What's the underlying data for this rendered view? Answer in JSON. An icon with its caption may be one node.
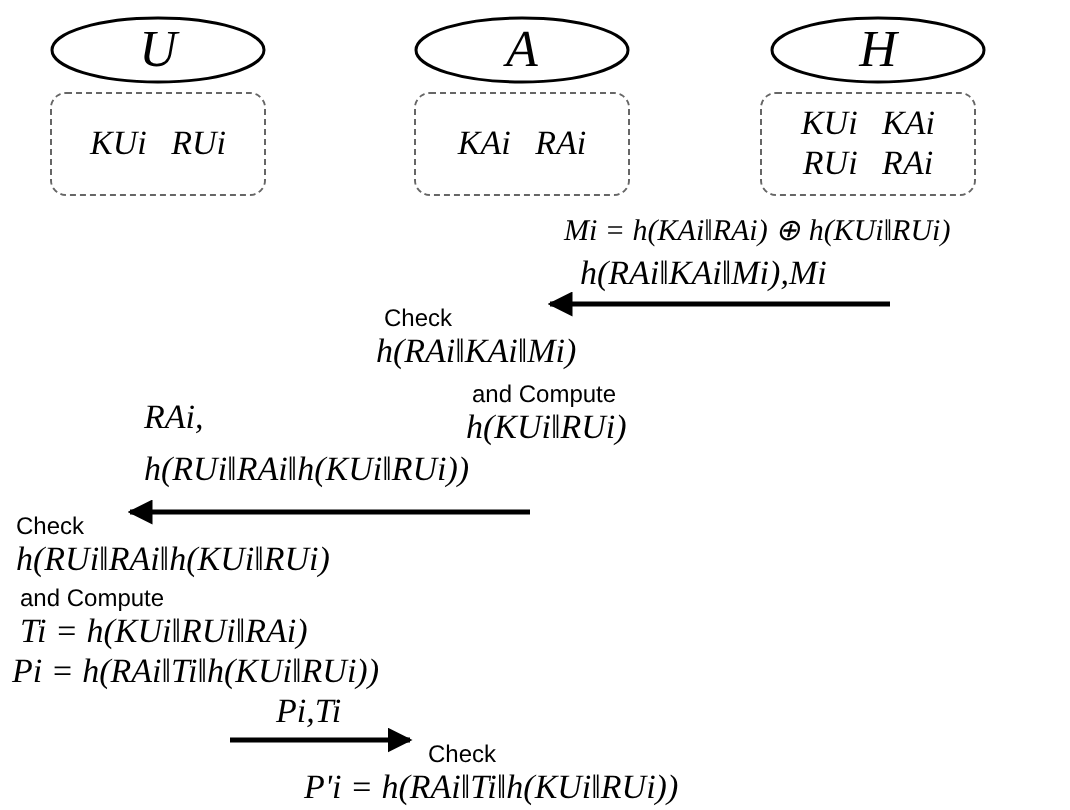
{
  "diagram": {
    "nodes": [
      {
        "text": [
          "U"
        ]
      },
      {
        "text": [
          "A"
        ]
      },
      {
        "text": [
          "H"
        ]
      },
      {
        "text": [
          "KUi RUi"
        ]
      },
      {
        "text": [
          "KAi RAi"
        ]
      },
      {
        "text": [
          "KUi KAi RUi RAi"
        ]
      },
      {
        "text": [
          "Check",
          "h(RAi‖KAi‖Mi)"
        ]
      },
      {
        "text": [
          "Check",
          "h(RUi‖RAi‖h(KUi‖RUi)"
        ]
      },
      {
        "text": [
          "Check",
          "P'i = h(RAi‖Ti‖h(KUi‖RUi))"
        ]
      }
    ],
    "edges": [
      {
        "from": null,
        "to": 6,
        "arrow": "to",
        "label": "h(RAi‖KAi‖Mi),Mi"
      },
      {
        "from": null,
        "to": 7,
        "arrow": "to",
        "label": "RAi, h(RUi‖RAi‖h(KUi‖RUi))"
      },
      {
        "from": null,
        "to": 8,
        "arrow": "to",
        "label": "Pi,Ti"
      }
    ],
    "labels": [
      "Mi = h(KAi‖RAi) ⊕ h(KUi‖RUi)",
      "and Compute",
      "h(KUi‖RUi)",
      "and Compute",
      "Ti = h(KUi‖RUi‖RAi)",
      "Pi = h(RAi‖Ti‖h(KUi‖RUi))"
    ]
  }
}
